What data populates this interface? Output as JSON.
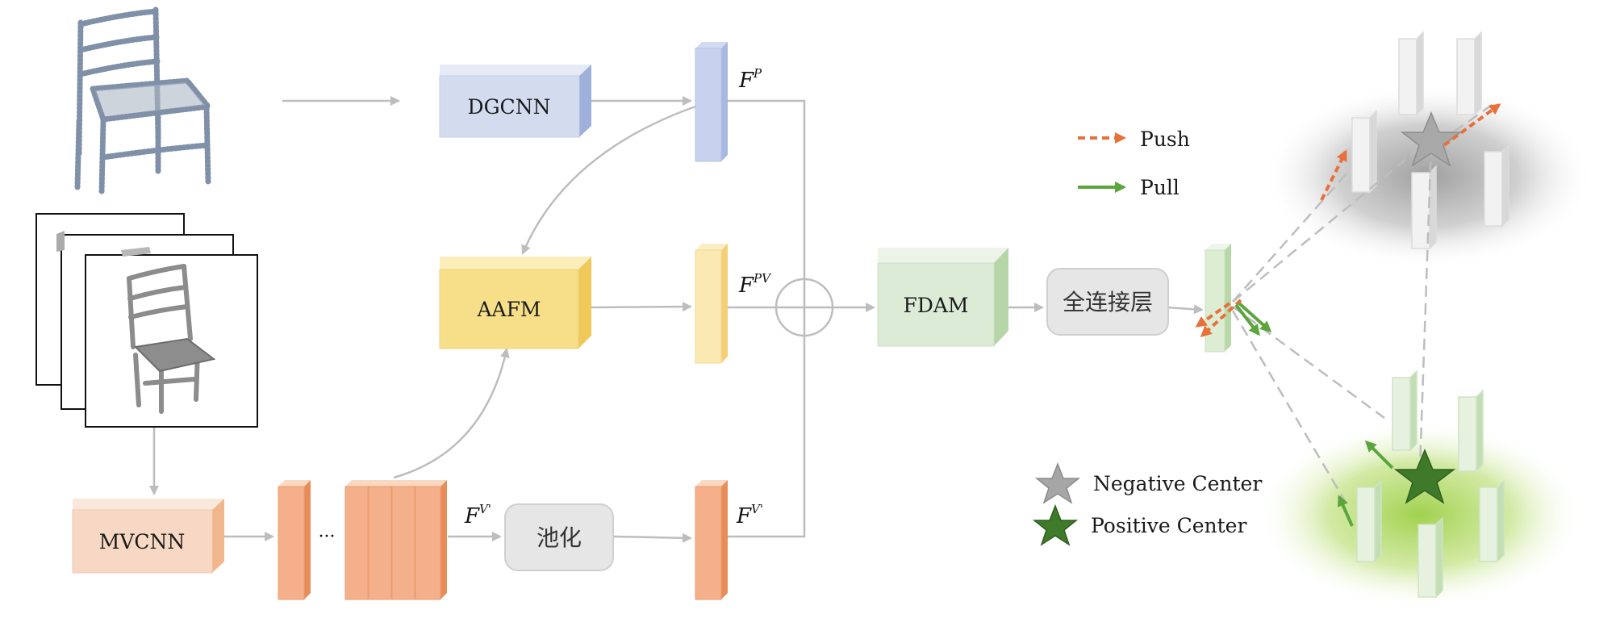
{
  "blocks": {
    "dgcnn": "DGCNN",
    "aafm": "AAFM",
    "mvcnn": "MVCNN",
    "fdam": "FDAM",
    "fc": "全连接层",
    "pool": "池化",
    "ellipsis": "···"
  },
  "features": {
    "fp": {
      "base": "F",
      "sup": "P"
    },
    "fpv": {
      "base": "F",
      "sup": "PV"
    },
    "fv": {
      "base": "F",
      "sup": "V'"
    },
    "fv2": {
      "base": "F",
      "sup": "V'"
    }
  },
  "legend": {
    "push": "Push",
    "pull": "Pull",
    "negative_center": "Negative Center",
    "positive_center": "Positive Center"
  },
  "colors": {
    "dgcnn": "#d3dcef",
    "aafm": "#f7df8a",
    "mvcnn": "#f7d8c4",
    "fdam": "#dcebd6",
    "push": "#e8703a",
    "pull": "#5aa63c",
    "negative_cluster": "#bdbdbd",
    "positive_cluster": "#b8db6e"
  }
}
